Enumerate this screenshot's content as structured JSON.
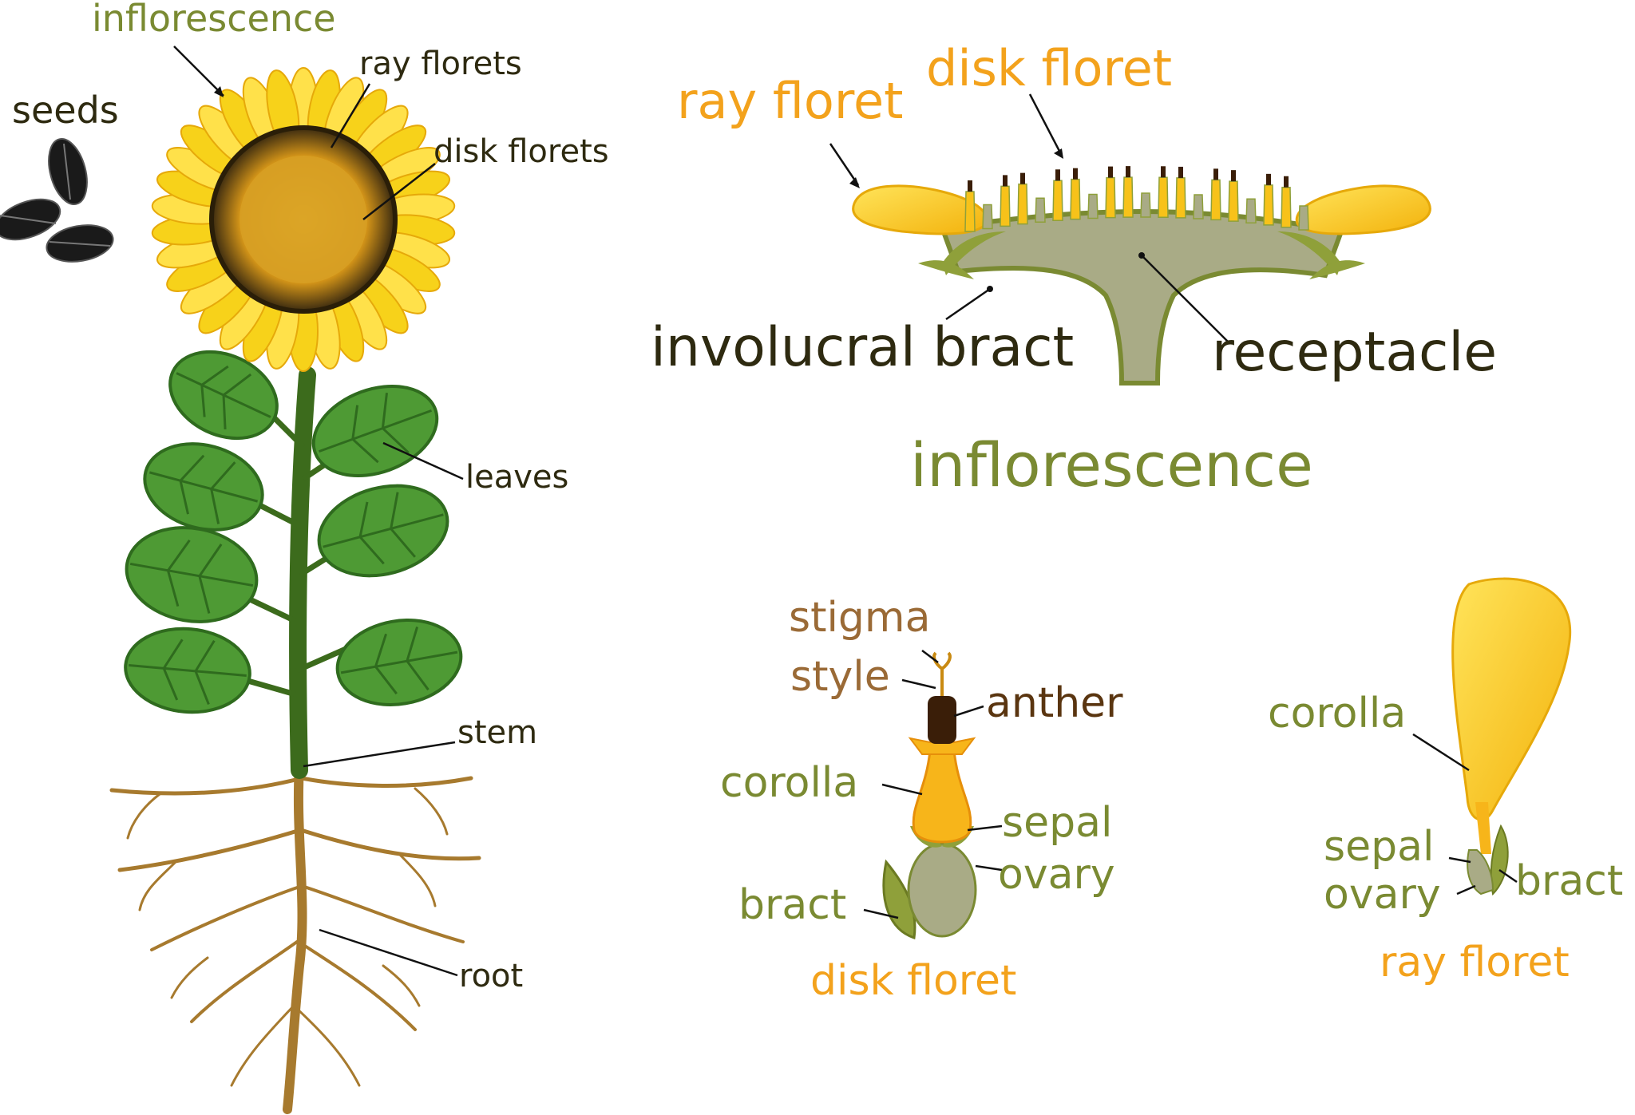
{
  "colors": {
    "petal": "#f7d21a",
    "petal_dark": "#f0b30a",
    "disk": "#c98a12",
    "leaf": "#4e9a34",
    "leaf_vein": "#2f6b1e",
    "stem": "#3c6b1c",
    "root": "#a77a2e",
    "receptacle": "#a9ab86",
    "bract": "#8fa03a",
    "seed": "#1a1a1a",
    "label_olive": "#7a8a32",
    "label_orange": "#f3a21c",
    "label_dark": "#2e2a10"
  },
  "plant": {
    "inflorescence": "inflorescence",
    "seeds": "seeds",
    "ray_florets": "ray florets",
    "disk_florets": "disk florets",
    "leaves": "leaves",
    "stem": "stem",
    "root": "root"
  },
  "head_section": {
    "ray_floret": "ray floret",
    "disk_floret": "disk floret",
    "involucral_bract": "involucral bract",
    "receptacle": "receptacle",
    "caption": "inflorescence"
  },
  "disk_detail": {
    "stigma": "stigma",
    "style": "style",
    "anther": "anther",
    "corolla": "corolla",
    "sepal": "sepal",
    "ovary": "ovary",
    "bract": "bract",
    "caption": "disk floret"
  },
  "ray_detail": {
    "corolla": "corolla",
    "sepal": "sepal",
    "ovary": "ovary",
    "bract": "bract",
    "caption": "ray floret"
  }
}
